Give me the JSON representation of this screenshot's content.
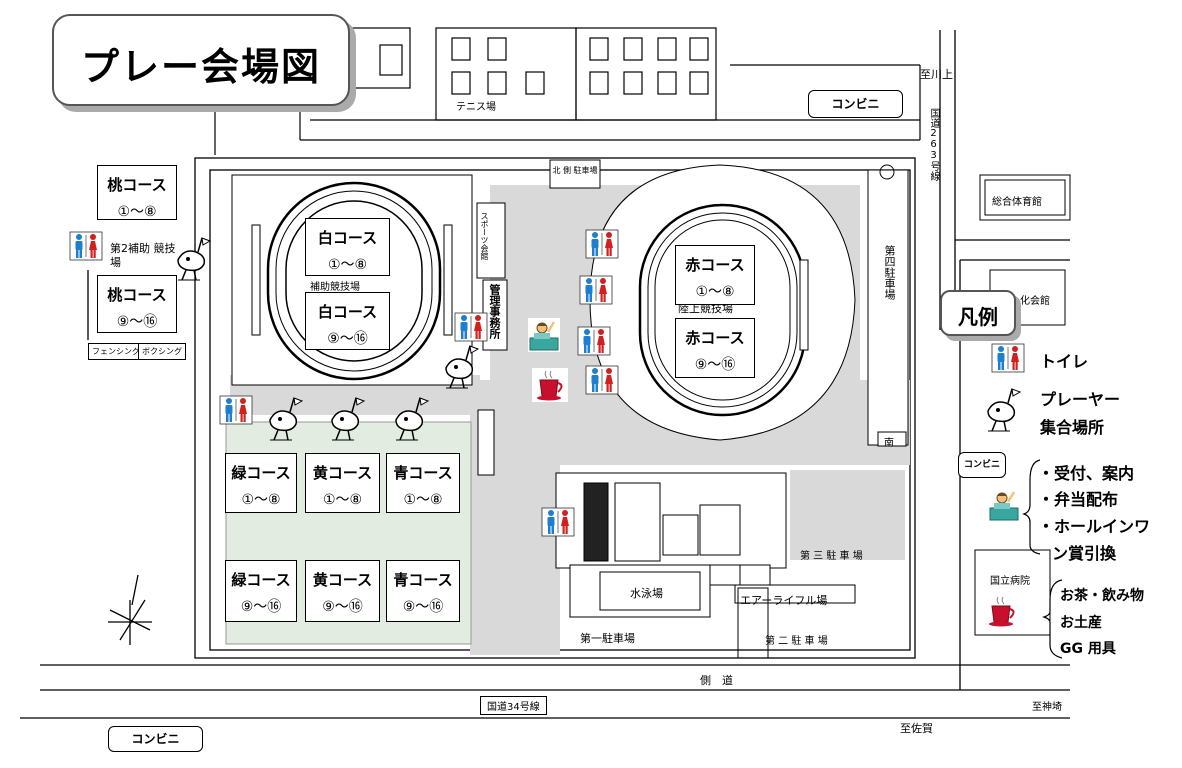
{
  "title": "プレー会場図",
  "legend": {
    "header": "凡例",
    "items": [
      {
        "label": "トイレ"
      },
      {
        "label": "プレーヤー"
      },
      {
        "label": "集合場所"
      },
      {
        "label": "・受付、案内"
      },
      {
        "label": "・弁当配布"
      },
      {
        "label": "・ホールインワ"
      },
      {
        "label": "ン賞引換"
      },
      {
        "label": "お茶・飲み物"
      },
      {
        "label": "お土産"
      },
      {
        "label": "GG 用具"
      }
    ]
  },
  "courses": [
    {
      "name": "桃コース",
      "range": "①～⑧"
    },
    {
      "name": "桃コース",
      "range": "⑨～⑯"
    },
    {
      "name": "白コース",
      "range": "①～⑧"
    },
    {
      "name": "白コース",
      "range": "⑨～⑯"
    },
    {
      "name": "赤コース",
      "range": "①～⑧"
    },
    {
      "name": "赤コース",
      "range": "⑨～⑯"
    },
    {
      "name": "緑コース",
      "range": "①～⑧"
    },
    {
      "name": "黄コース",
      "range": "①～⑧"
    },
    {
      "name": "青コース",
      "range": "①～⑧"
    },
    {
      "name": "緑コース",
      "range": "⑨～⑯"
    },
    {
      "name": "黄コース",
      "range": "⑨～⑯"
    },
    {
      "name": "青コース",
      "range": "⑨～⑯"
    }
  ],
  "places": {
    "tennis": "テニス場",
    "north_parking": "北 側 駐車場",
    "second_aux": "第2補助 競技場",
    "aux_field": "補助競技場",
    "athletics": "陸上競技場",
    "fencing": "フェンシング",
    "boxing": "ボクシング",
    "sports_office": "スポーツ会館",
    "admin_office": "管理事務所",
    "fourth_parking": "第四駐車場",
    "south": "南",
    "third_parking": "第 三 駐 車 場",
    "swimming": "水泳場",
    "air_rifle": "エアーライフル場",
    "first_parking": "第一駐車場",
    "second_parking": "第 二 駐 車 場",
    "sidewalk": "側　道",
    "route34": "国道34号線",
    "route263": "国道263号線",
    "to_kawakami": "至川上",
    "to_kanzaki": "至神埼",
    "to_saga": "至佐賀",
    "gym": "総合体育館",
    "culture_hall": "化会館",
    "hospital": "国立病院",
    "store": "コンビニ"
  },
  "colors": {
    "toilet_male": "#1e7fd0",
    "toilet_female": "#d0211e",
    "grass": "#e3ece0",
    "pavement": "#d9d9d9",
    "cup": "#c8102e"
  }
}
